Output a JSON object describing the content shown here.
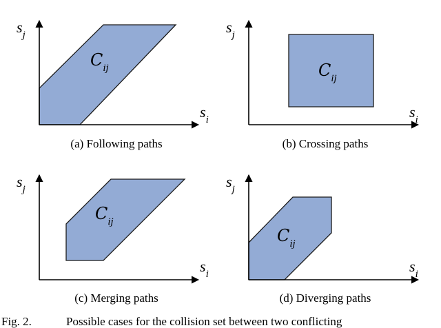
{
  "colors": {
    "region_fill": "#93abd5",
    "region_stroke": "#1b1b1b",
    "axis": "#000000"
  },
  "symbols": {
    "set_letter": "C",
    "set_subscript": "ij",
    "x_axis_letter": "s",
    "x_axis_subscript": "i",
    "y_axis_letter": "s",
    "y_axis_subscript": "j"
  },
  "panels": [
    {
      "id": "following",
      "caption": "(a) Following paths"
    },
    {
      "id": "crossing",
      "caption": "(b) Crossing paths"
    },
    {
      "id": "merging",
      "caption": "(c) Merging paths"
    },
    {
      "id": "diverging",
      "caption": "(d) Diverging paths"
    }
  ],
  "figure_caption": {
    "label": "Fig. 2.",
    "text": "Possible cases for the collision set between two conflicting"
  }
}
